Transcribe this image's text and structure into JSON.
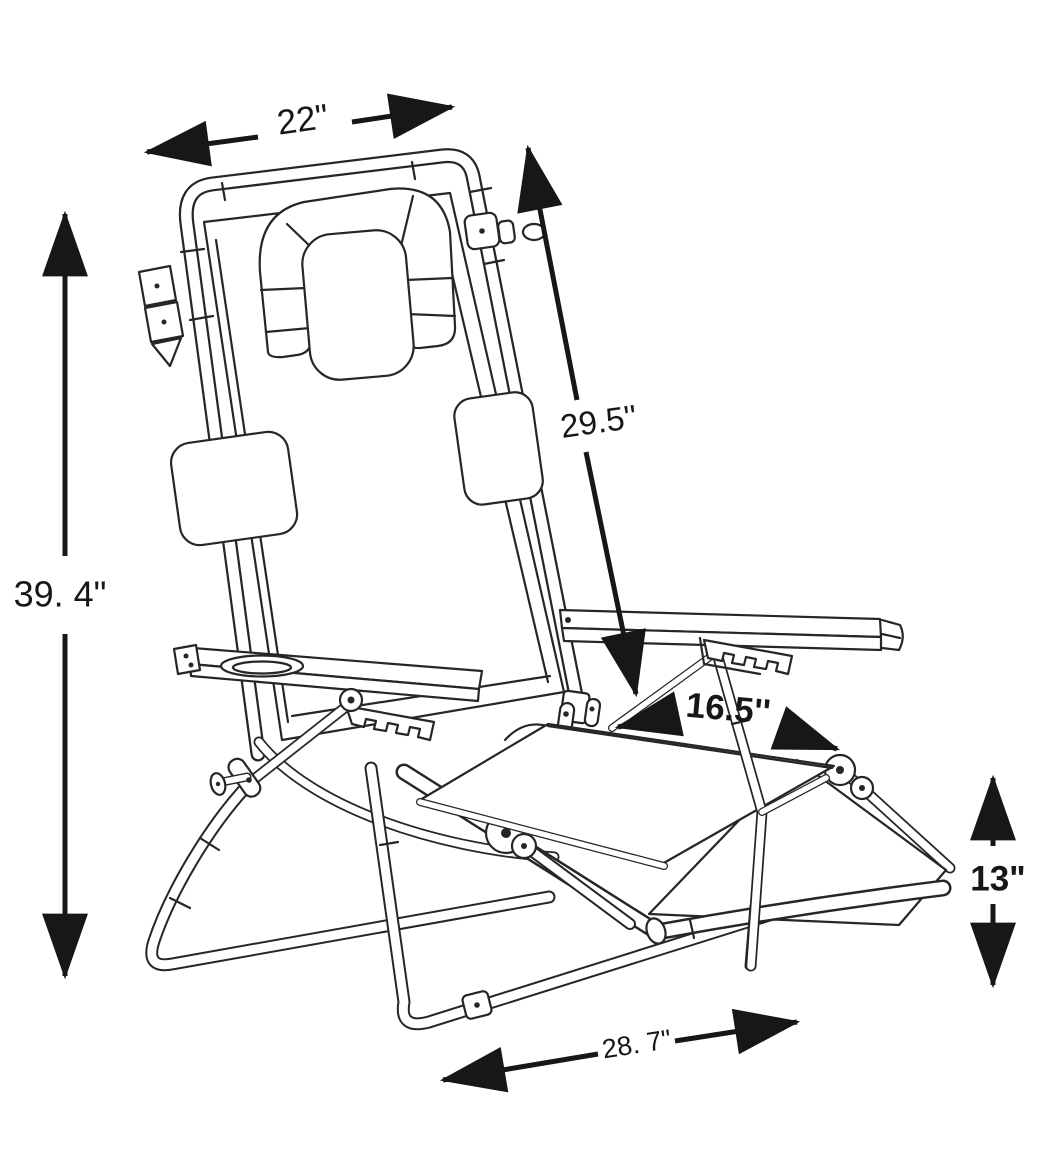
{
  "page": {
    "background": "#ffffff",
    "ink_color": "#262626",
    "arrow_color": "#171717",
    "description": "Line-art dimension diagram of a folding reclining beach lounge chair with face-hole headrest, cup-holder armrests and footrest"
  },
  "dimensions": {
    "top_width": {
      "value": "22\"",
      "location": "top edge, width of backrest frame"
    },
    "overall_height": {
      "value": "39. 4\"",
      "location": "left side, overall chair height"
    },
    "backrest_length": {
      "value": "29.5''",
      "location": "diagonal along backrest"
    },
    "seat_depth": {
      "value": "16.5''",
      "location": "across seat depth"
    },
    "footrest_height": {
      "value": "13\"",
      "location": "right side, footrest drop height"
    },
    "base_length": {
      "value": "28. 7\"",
      "location": "bottom, base frame length"
    }
  }
}
